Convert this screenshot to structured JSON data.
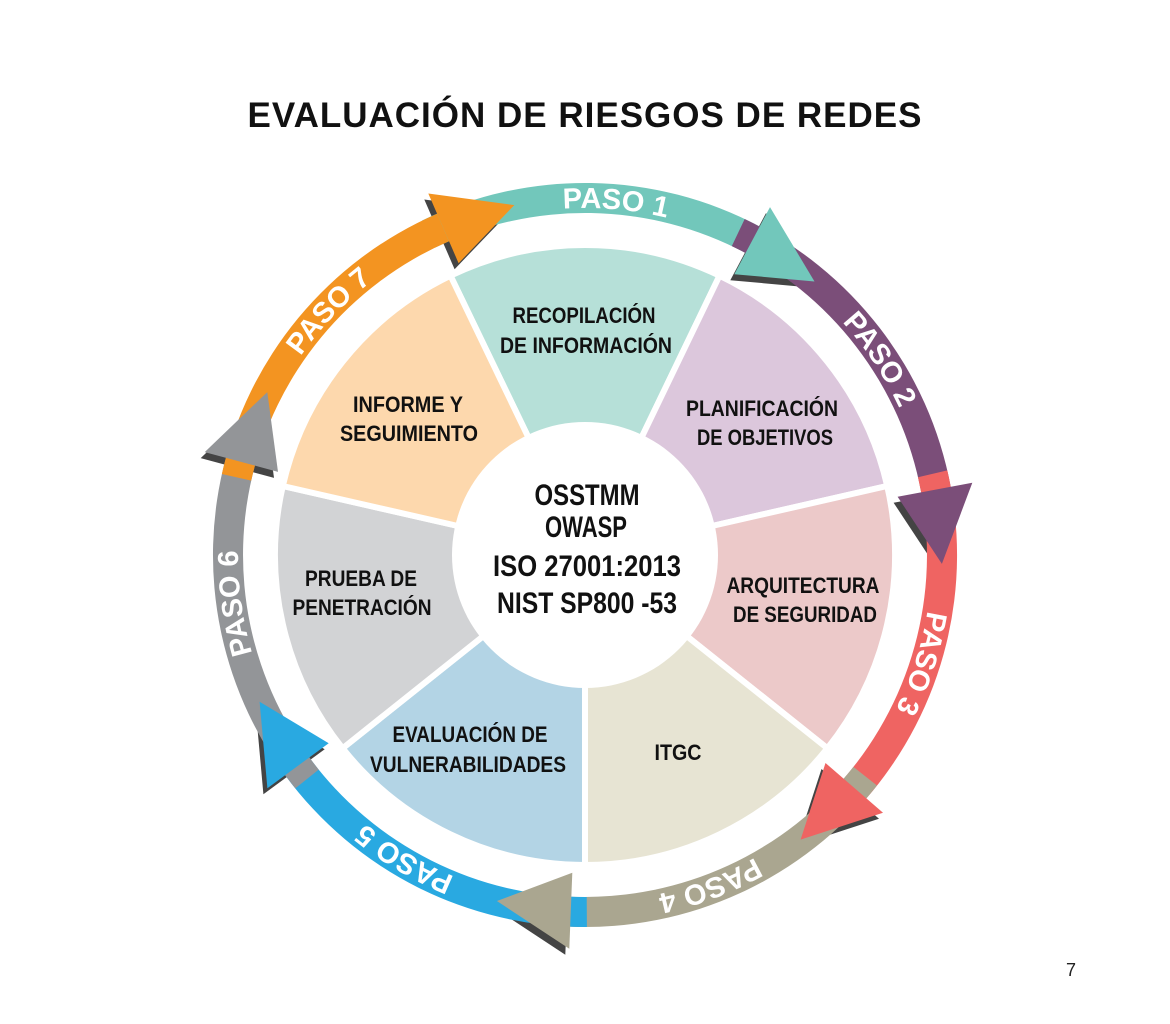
{
  "title": "EVALUACIÓN DE RIESGOS DE REDES",
  "page_number": "7",
  "center": {
    "lines": [
      "OSSTMM",
      "OWASP",
      "ISO 27001:2013",
      "NIST SP800 -53"
    ]
  },
  "steps": [
    {
      "paso": "PASO 1",
      "lines": [
        "RECOPILACIÓN",
        "DE INFORMACIÓN"
      ],
      "arrow_color": "#72c7bb",
      "segment_color": "#b6e0d8"
    },
    {
      "paso": "PASO 2",
      "lines": [
        "PLANIFICACIÓN",
        "DE OBJETIVOS"
      ],
      "arrow_color": "#7b4e79",
      "segment_color": "#dcc7dc"
    },
    {
      "paso": "PASO 3",
      "lines": [
        "ARQUITECTURA",
        "DE SEGURIDAD"
      ],
      "arrow_color": "#ef6462",
      "segment_color": "#ecc9c9"
    },
    {
      "paso": "PASO 4",
      "lines": [
        "ITGC"
      ],
      "arrow_color": "#aaa690",
      "segment_color": "#e7e4d3"
    },
    {
      "paso": "PASO 5",
      "lines": [
        "EVALUACIÓN DE",
        "VULNERABILIDADES"
      ],
      "arrow_color": "#29a9e1",
      "segment_color": "#b3d4e5"
    },
    {
      "paso": "PASO 6",
      "lines": [
        "PRUEBA DE",
        "PENETRACIÓN"
      ],
      "arrow_color": "#939598",
      "segment_color": "#d2d3d5"
    },
    {
      "paso": "PASO 7",
      "lines": [
        "INFORME Y",
        "SEGUIMIENTO"
      ],
      "arrow_color": "#f39421",
      "segment_color": "#fdd8ad"
    }
  ]
}
